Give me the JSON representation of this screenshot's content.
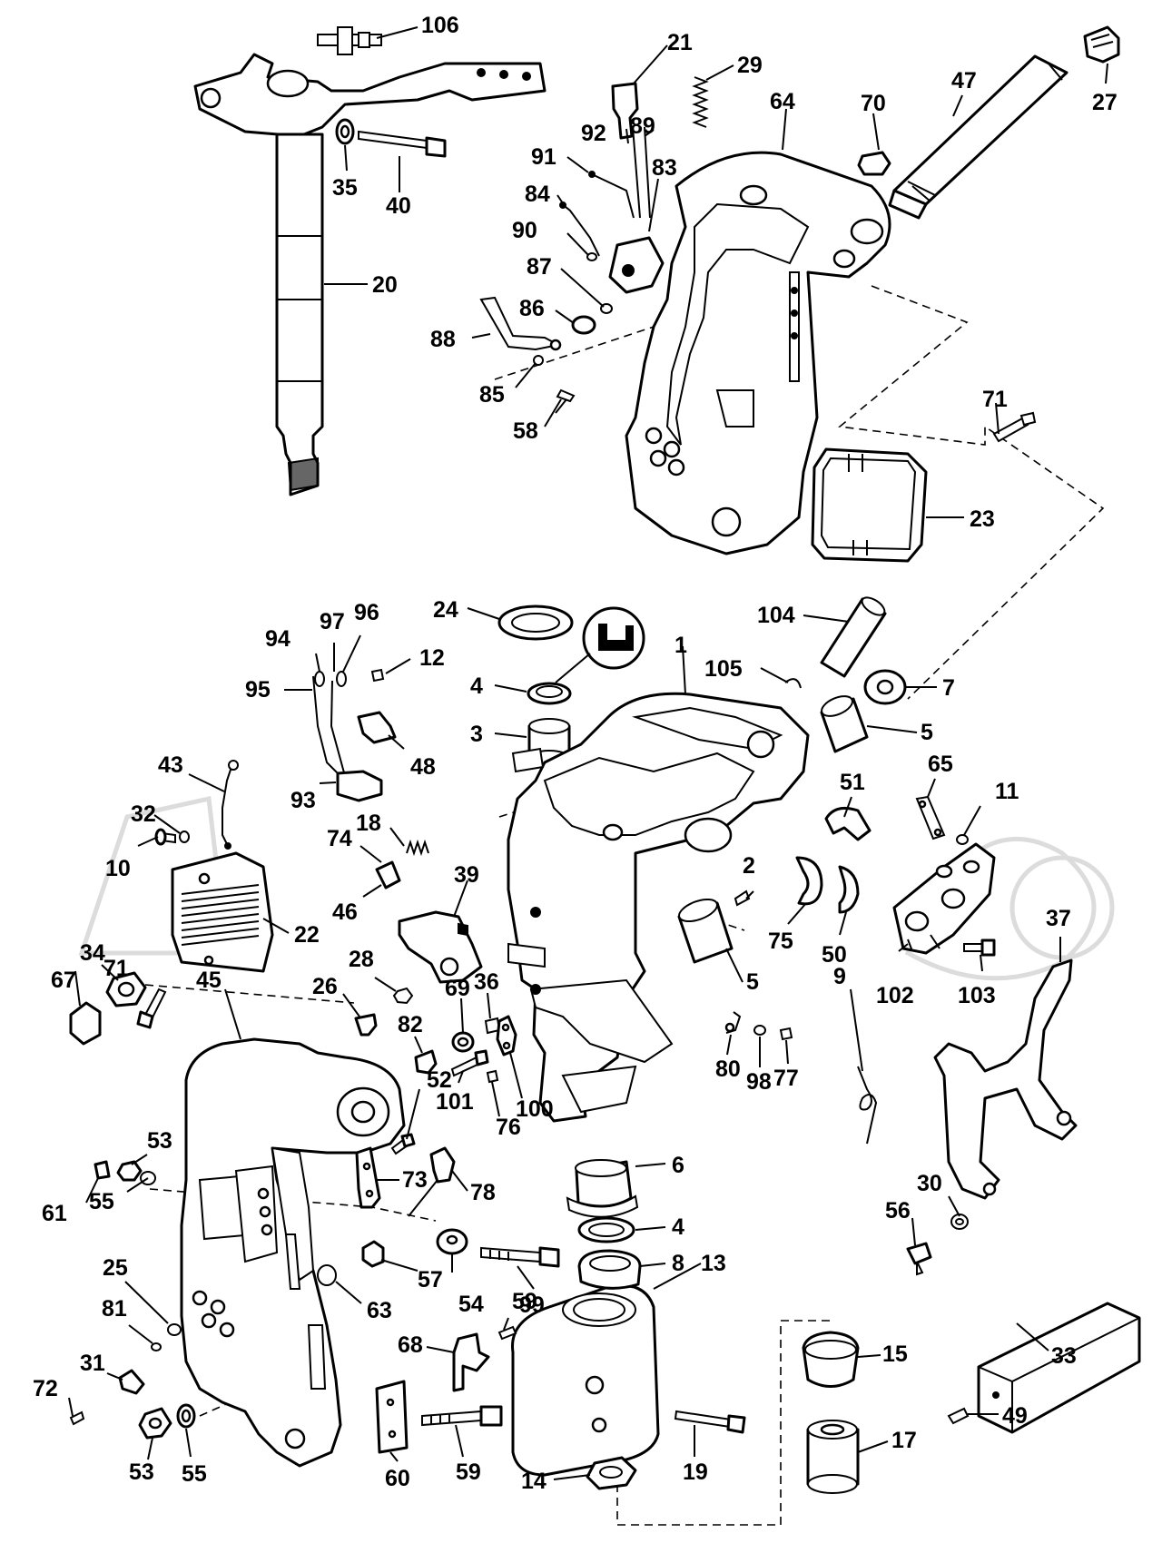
{
  "diagram": {
    "watermark": "",
    "part_numbers": [
      "106",
      "21",
      "29",
      "64",
      "70",
      "47",
      "27",
      "92",
      "89",
      "91",
      "83",
      "84",
      "90",
      "87",
      "86",
      "88",
      "85",
      "58",
      "35",
      "40",
      "20",
      "71",
      "23",
      "24",
      "104",
      "1",
      "105",
      "7",
      "4",
      "3",
      "5",
      "94",
      "97",
      "96",
      "12",
      "95",
      "48",
      "93",
      "43",
      "32",
      "10",
      "18",
      "74",
      "46",
      "22",
      "39",
      "51",
      "65",
      "11",
      "2",
      "75",
      "50",
      "102",
      "103",
      "37",
      "28",
      "26",
      "69",
      "36",
      "82",
      "80",
      "98",
      "77",
      "9",
      "71",
      "45",
      "34",
      "67",
      "52",
      "101",
      "76",
      "100",
      "6",
      "53",
      "61",
      "55",
      "73",
      "78",
      "4",
      "30",
      "56",
      "57",
      "54",
      "59",
      "8",
      "13",
      "25",
      "81",
      "63",
      "68",
      "99",
      "15",
      "33",
      "31",
      "72",
      "49",
      "53",
      "55",
      "60",
      "59",
      "14",
      "19",
      "17",
      "5"
    ]
  }
}
